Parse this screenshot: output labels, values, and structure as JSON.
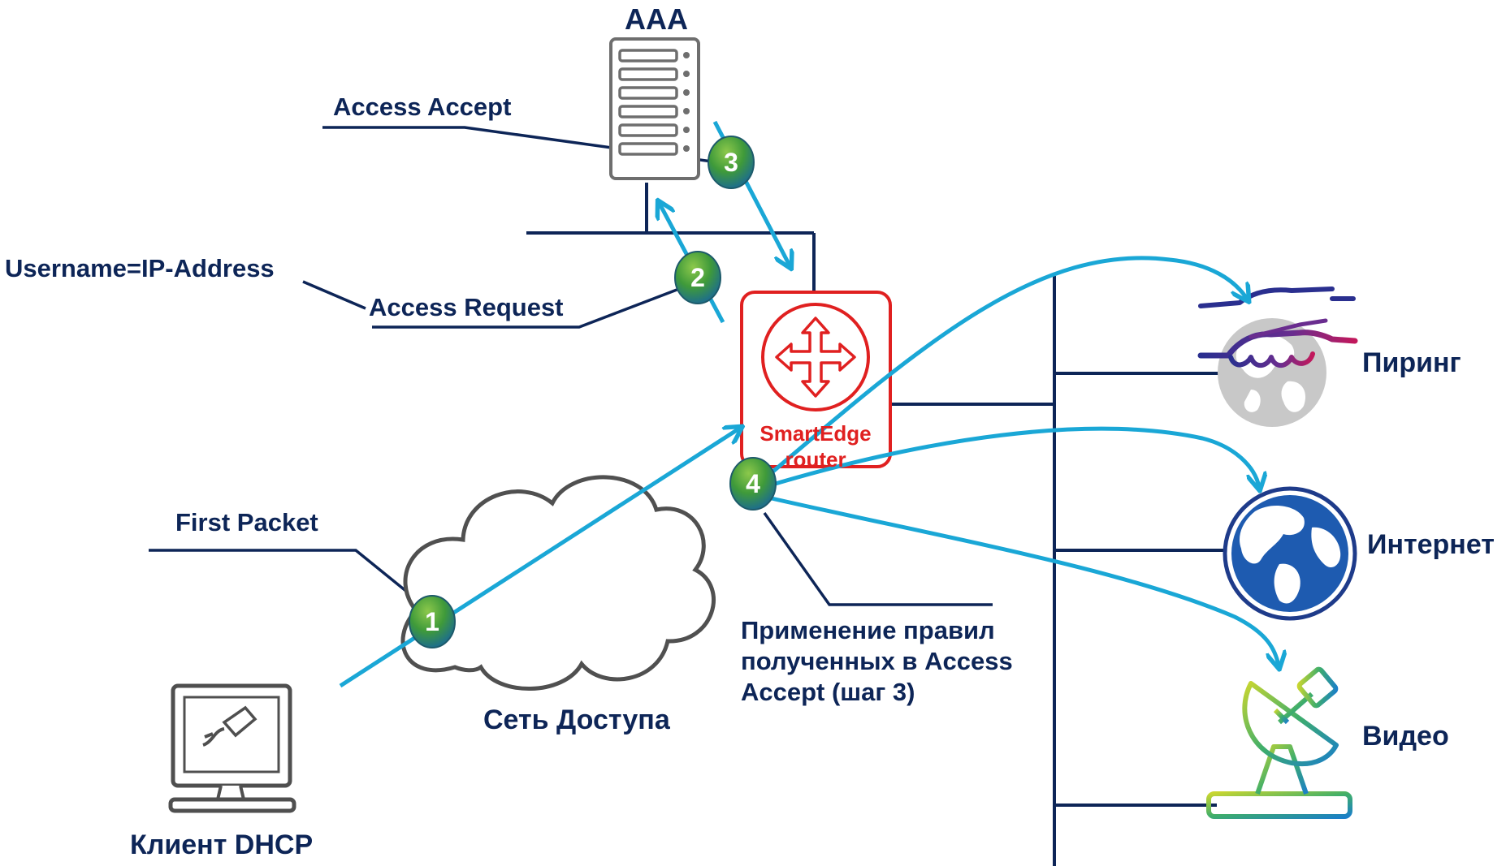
{
  "aaa": {
    "title": "AAA"
  },
  "messages": {
    "access_accept": "Access Accept",
    "access_request": "Access Request",
    "username": "Username=IP-Address",
    "first_packet": "First Packet",
    "rules": "Применение правил\nполученных в Access\nAccept (шаг 3)"
  },
  "router": {
    "label": "SmartEdge\nrouter"
  },
  "network": {
    "label": "Сеть Доступа"
  },
  "client": {
    "label": "Клиент DHCP"
  },
  "services": {
    "peering": "Пиринг",
    "internet": "Интернет",
    "video": "Видео"
  },
  "steps": [
    "1",
    "2",
    "3",
    "4"
  ],
  "colors": {
    "navy": "#0d2557",
    "flow": "#1aa7d6",
    "router": "#e02020",
    "step_green": "#4a9a3a"
  }
}
